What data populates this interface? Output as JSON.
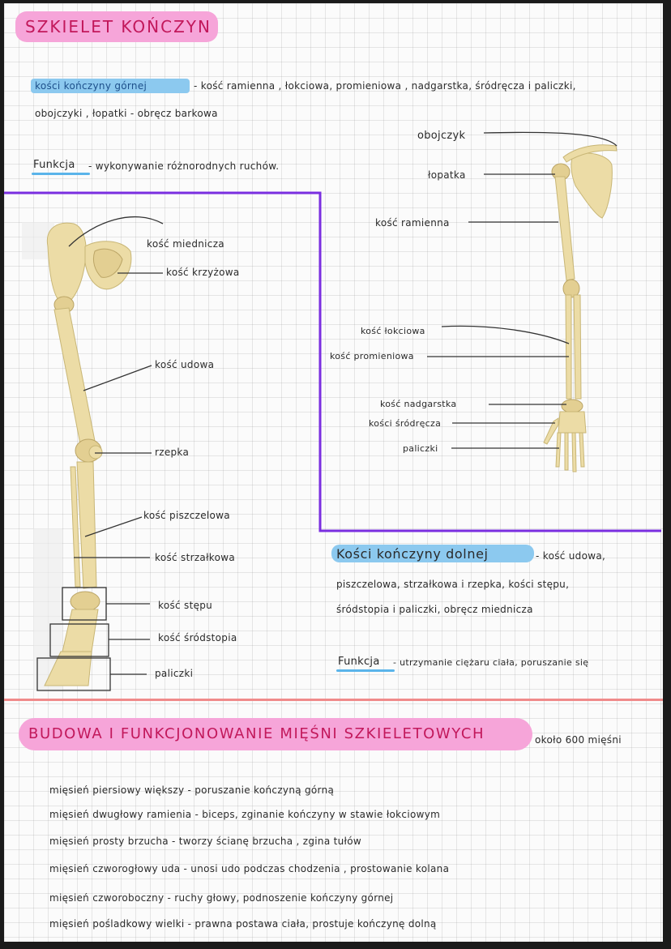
{
  "title": "SZKIELET KOŃCZYN",
  "upper": {
    "label": "kości kończyny górnej",
    "text_line1": "- kość ramienna , łokciowa, promieniowa , nadgarstka, śródręcza i paliczki,",
    "text_line2": "obojczyki , łopatki - obręcz barkowa",
    "function_label": "Funkcja",
    "function_text": "- wykonywanie różnorodnych ruchów."
  },
  "arm_labels": {
    "clavicle": "obojczyk",
    "scapula": "łopatka",
    "humerus": "kość ramienna",
    "ulna": "kość łokciowa",
    "radius": "kość promieniowa",
    "carpal": "kość nadgarstka",
    "metacarpal": "kości śródręcza",
    "phalanges": "paliczki"
  },
  "leg_labels": {
    "pelvis": "kość miednicza",
    "sacrum": "kość krzyżowa",
    "femur": "kość udowa",
    "patella": "rzepka",
    "tibia": "kość piszczelowa",
    "fibula": "kość strzałkowa",
    "tarsal": "kość stępu",
    "metatarsal": "kość śródstopia",
    "phalanges": "paliczki"
  },
  "lower": {
    "label": "Kości kończyny dolnej",
    "text_line1": "- kość udowa,",
    "text_line2": "piszczelowa, strzałkowa i rzepka, kości stępu,",
    "text_line3": "śródstopia i paliczki, obręcz miednicza",
    "function_label": "Funkcja",
    "function_text": "- utrzymanie ciężaru ciała, poruszanie się"
  },
  "section2": {
    "title": "BUDOWA I FUNKCJONOWANIE MIĘŚNI SZKIELETOWYCH",
    "note": "około 600 mięśni",
    "items": [
      "mięsień piersiowy większy - poruszanie kończyną górną",
      "mięsień dwugłowy ramienia - biceps, zginanie kończyny w stawie łokciowym",
      "mięsień prosty brzucha - tworzy ścianę brzucha , zgina tułów",
      "mięsień czworogłowy uda - unosi udo podczas chodzenia , prostowanie kolana",
      "mięsień czworoboczny - ruchy głowy, podnoszenie kończyny górnej",
      "mięsień pośladkowy wielki - prawna postawa ciała, prostuje kończynę dolną"
    ]
  },
  "colors": {
    "highlight_pink": "#f6a5d9",
    "highlight_blue": "#8cc9ef",
    "frame_purple": "#7a2ee0",
    "divider_red": "#f08a8a"
  }
}
